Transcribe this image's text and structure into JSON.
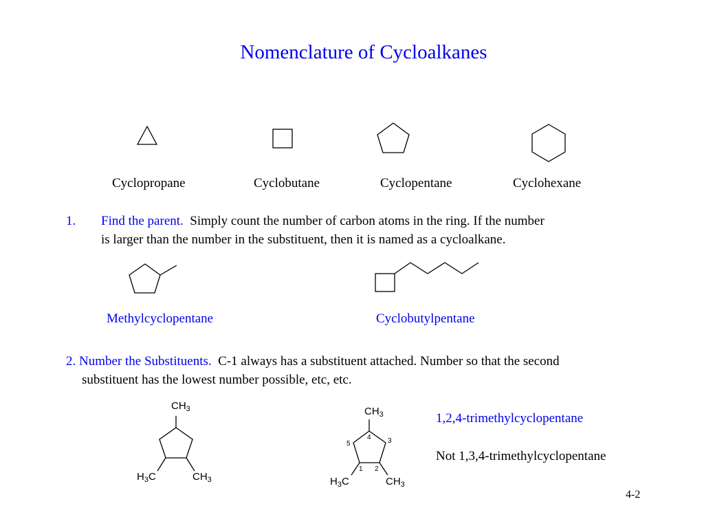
{
  "slide": {
    "title": "Nomenclature of Cycloalkanes",
    "page_number": "4-2"
  },
  "rings": [
    {
      "name": "Cyclopropane"
    },
    {
      "name": "Cyclobutane"
    },
    {
      "name": "Cyclopentane"
    },
    {
      "name": "Cyclohexane"
    }
  ],
  "rule1": {
    "number": "1.",
    "heading": "Find the parent.",
    "text_line1": "Simply count the number of carbon atoms in the ring. If the number",
    "text_line2": "is larger than the number in the substituent, then it is named as a cycloalkane."
  },
  "examples1": [
    {
      "name": "Methylcyclopentane"
    },
    {
      "name": "Cyclobutylpentane"
    }
  ],
  "rule2": {
    "heading": "2. Number the Substituents.",
    "text_line1": "C-1 always has a substituent attached. Number so that the second",
    "text_line2": "substituent has the lowest number possible, etc, etc."
  },
  "molecule_labels": {
    "group_text": "CH",
    "group_subscript": "3",
    "h_text": "H",
    "c_text": "C",
    "ring_numbers": [
      "1",
      "2",
      "3",
      "4",
      "5"
    ]
  },
  "answer": {
    "correct": "1,2,4-trimethylcyclopentane",
    "incorrect": "Not 1,3,4-trimethylcyclopentane"
  },
  "colors": {
    "accent": "#0000ee",
    "text": "#000000",
    "background": "#ffffff"
  }
}
